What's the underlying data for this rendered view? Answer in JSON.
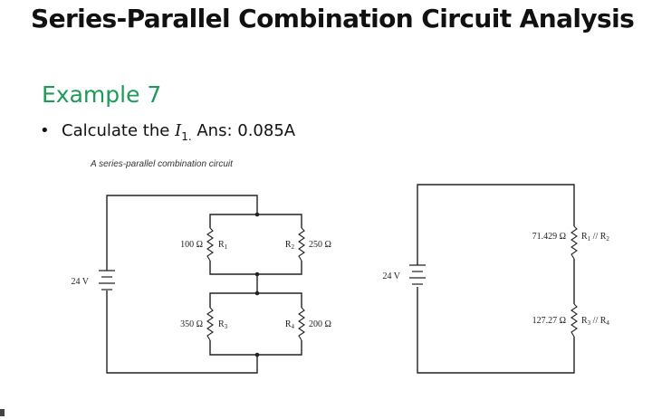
{
  "slide": {
    "title": "Series-Parallel Combination Circuit Analysis",
    "example_heading": "Example 7",
    "bullet": {
      "text_before": "Calculate the ",
      "current_symbol": "I",
      "current_subscript": "1.",
      "text_after": " Ans: 0.085A"
    },
    "caption": "A series-parallel combination circuit"
  },
  "left_circuit": {
    "source_voltage": "24 V",
    "resistors": {
      "r1": {
        "value": "100 Ω",
        "label": "R",
        "sub": "1"
      },
      "r2": {
        "value": "250 Ω",
        "label": "R",
        "sub": "2"
      },
      "r3": {
        "value": "350 Ω",
        "label": "R",
        "sub": "3"
      },
      "r4": {
        "value": "200 Ω",
        "label": "R",
        "sub": "4"
      }
    }
  },
  "right_circuit": {
    "source_voltage": "24 V",
    "upper": {
      "value": "71.429 Ω",
      "label_a": "R",
      "sub_a": "1",
      "sep": " // ",
      "label_b": "R",
      "sub_b": "2"
    },
    "lower": {
      "value": "127.27 Ω",
      "label_a": "R",
      "sub_a": "3",
      "sep": " // ",
      "label_b": "R",
      "sub_b": "4"
    }
  },
  "colors": {
    "title": "#111111",
    "heading_accent": "#1f9a5a",
    "wire": "#222222"
  }
}
